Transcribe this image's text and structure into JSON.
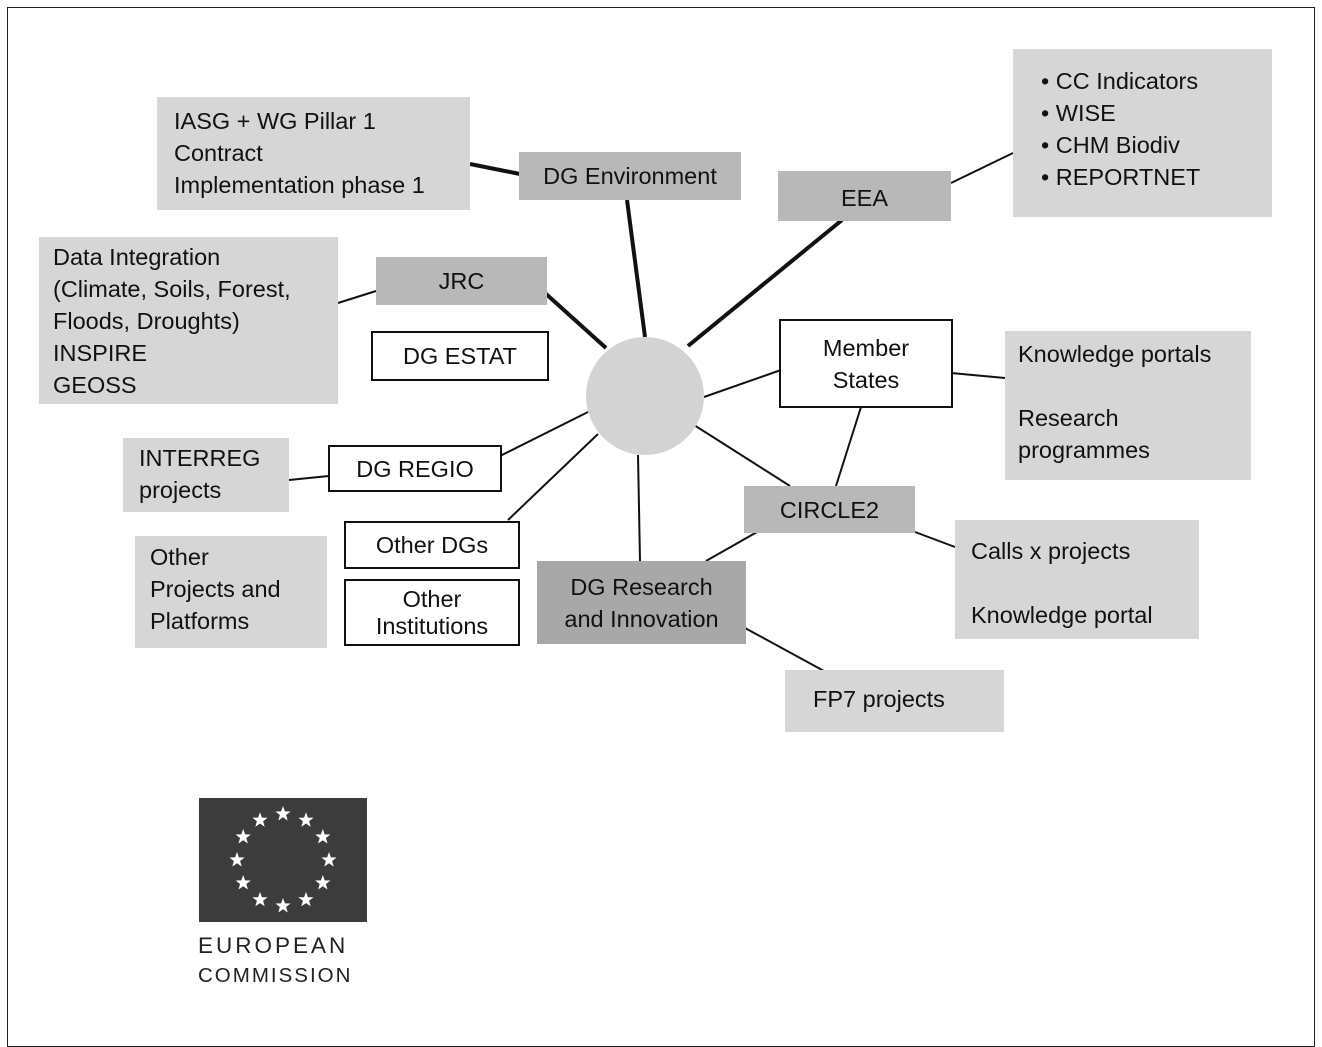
{
  "hub": {
    "label": ""
  },
  "nodes": {
    "dg_environment": {
      "label": "DG Environment"
    },
    "eea": {
      "label": "EEA"
    },
    "jrc": {
      "label": "JRC"
    },
    "dg_estat": {
      "label": "DG ESTAT"
    },
    "member_states": {
      "lines": [
        "Member",
        "States"
      ]
    },
    "dg_regio": {
      "label": "DG REGIO"
    },
    "other_dgs": {
      "label": "Other DGs"
    },
    "other_institutions": {
      "lines": [
        "Other",
        "Institutions"
      ]
    },
    "dg_research": {
      "lines": [
        "DG Research",
        "and Innovation"
      ]
    },
    "circle2": {
      "label": "CIRCLE2"
    }
  },
  "notes": {
    "iasg": {
      "lines": [
        "IASG + WG Pillar 1",
        "Contract",
        "Implementation phase 1"
      ]
    },
    "eea_list": {
      "items": [
        "CC Indicators",
        "WISE",
        "CHM Biodiv",
        "REPORTNET"
      ]
    },
    "jrc_data": {
      "lines": [
        "Data Integration",
        "(Climate, Soils, Forest,",
        "Floods, Droughts)",
        "INSPIRE",
        "GEOSS"
      ]
    },
    "member_states_notes": {
      "lines": [
        "Knowledge portals",
        "Research",
        "programmes"
      ]
    },
    "interreg": {
      "lines": [
        "INTERREG",
        "projects"
      ]
    },
    "other_projects": {
      "lines": [
        "Other",
        "Projects and",
        "Platforms"
      ]
    },
    "circle2_notes": {
      "lines": [
        "Calls x projects",
        "Knowledge portal"
      ]
    },
    "fp7": {
      "label": "FP7 projects"
    }
  },
  "logo": {
    "line1": "EUROPEAN",
    "line2": "COMMISSION",
    "stars": 12
  },
  "colors": {
    "note_fill": "#d6d6d6",
    "node_fill": "#b8b8b8",
    "research_fill": "#a8a8a8",
    "line": "#111111",
    "hub_fill": "#d3d3d3",
    "flag_fill": "#3c3c3c"
  }
}
